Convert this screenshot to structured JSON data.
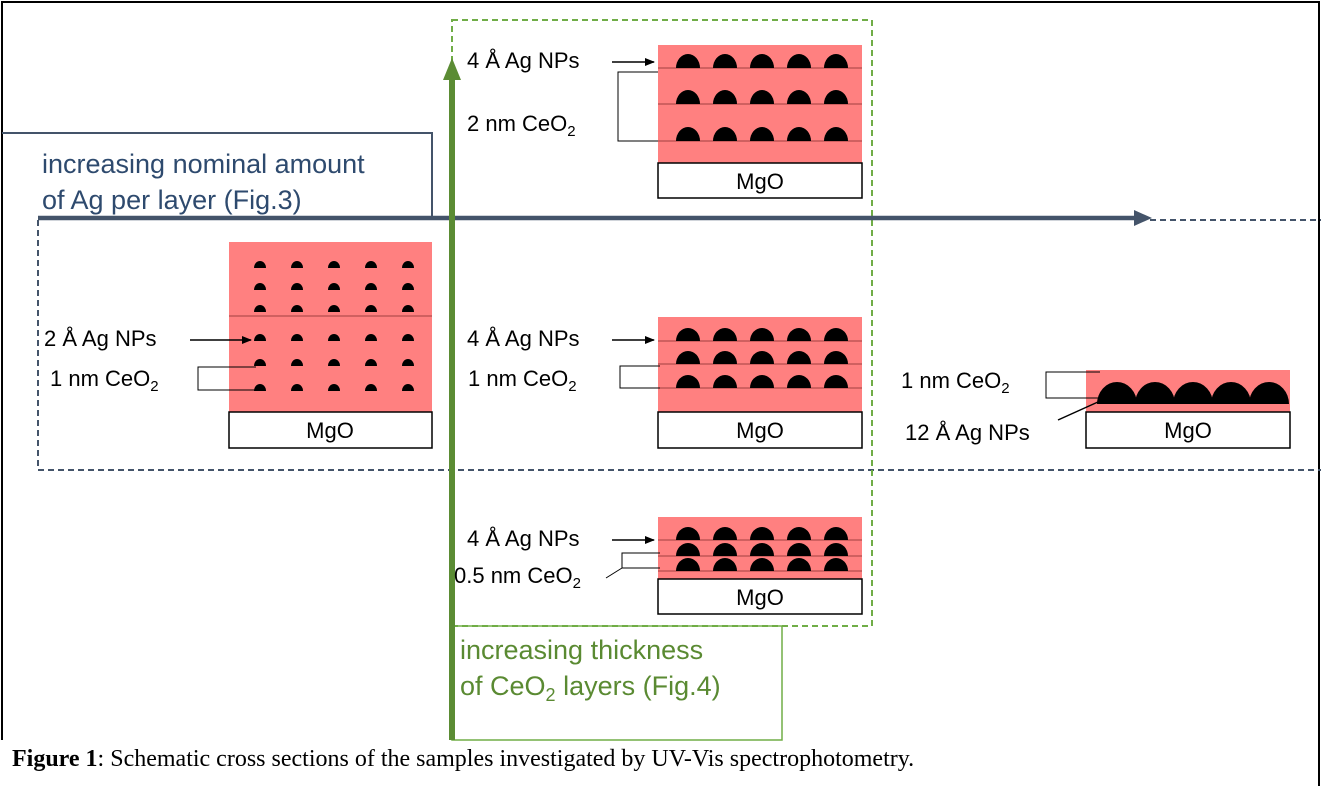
{
  "colors": {
    "film": "#ff8080",
    "particle": "#000000",
    "blue_axis": "#44546a",
    "green_axis": "#5b8c34"
  },
  "axis_blue": {
    "line1": "increasing nominal amount",
    "line2": "of Ag per layer (Fig.3)"
  },
  "axis_green": {
    "line1": "increasing thickness",
    "line2_pre": "of CeO",
    "line2_sub": "2",
    "line2_post": " layers (Fig.4)"
  },
  "samples": {
    "left": {
      "np_label": "2 Å Ag NPs",
      "ceo2_pre": "1 nm CeO",
      "ceo2_sub": "2",
      "substrate": "MgO"
    },
    "top": {
      "np_label": "4 Å Ag NPs",
      "ceo2_pre": "2 nm CeO",
      "ceo2_sub": "2",
      "substrate": "MgO"
    },
    "middle": {
      "np_label": "4 Å Ag NPs",
      "ceo2_pre": "1 nm CeO",
      "ceo2_sub": "2",
      "substrate": "MgO"
    },
    "right": {
      "np_label": "12 Å Ag NPs",
      "ceo2_pre": "1 nm CeO",
      "ceo2_sub": "2",
      "substrate": "MgO"
    },
    "bottom": {
      "np_label": "4 Å Ag NPs",
      "ceo2_pre": "0.5 nm CeO",
      "ceo2_sub": "2",
      "substrate": "MgO"
    }
  },
  "caption": {
    "label": "Figure 1",
    "text": ": Schematic cross sections of the samples investigated by UV-Vis spectrophotometry."
  }
}
